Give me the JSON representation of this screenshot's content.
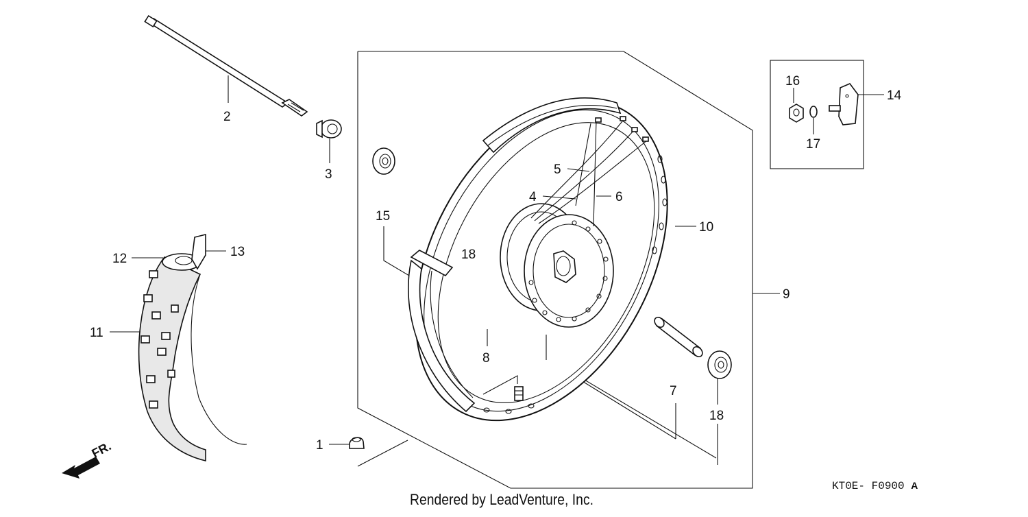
{
  "callouts": [
    {
      "id": "1",
      "text": "1"
    },
    {
      "id": "2",
      "text": "2"
    },
    {
      "id": "3",
      "text": "3"
    },
    {
      "id": "4",
      "text": "4"
    },
    {
      "id": "5",
      "text": "5"
    },
    {
      "id": "6",
      "text": "6"
    },
    {
      "id": "7",
      "text": "7"
    },
    {
      "id": "8",
      "text": "8"
    },
    {
      "id": "9",
      "text": "9"
    },
    {
      "id": "10",
      "text": "10"
    },
    {
      "id": "11",
      "text": "11"
    },
    {
      "id": "12",
      "text": "12"
    },
    {
      "id": "13",
      "text": "13"
    },
    {
      "id": "14",
      "text": "14"
    },
    {
      "id": "15",
      "text": "15"
    },
    {
      "id": "16",
      "text": "16"
    },
    {
      "id": "17",
      "text": "17"
    },
    {
      "id": "18a",
      "text": "18"
    },
    {
      "id": "18b",
      "text": "18"
    }
  ],
  "direction_label": "FR.",
  "footer": "Rendered by LeadVenture, Inc.",
  "diagram_code": "KT0E- F0900",
  "diagram_code_suffix": "A"
}
